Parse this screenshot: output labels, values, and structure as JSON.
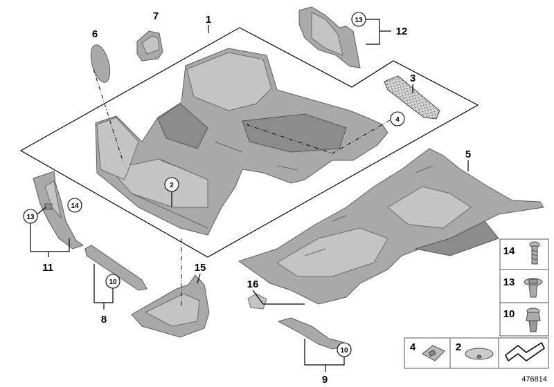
{
  "callouts": {
    "c1": "1",
    "c2": "2",
    "c3": "3",
    "c4": "4",
    "c5": "5",
    "c6": "6",
    "c7": "7",
    "c8": "8",
    "c9": "9",
    "c10a": "10",
    "c10b": "10",
    "c11": "11",
    "c12": "12",
    "c13a": "13",
    "c13b": "13",
    "c14": "14",
    "c15": "15",
    "c16": "16"
  },
  "legend": {
    "r14": "14",
    "r13": "13",
    "r10": "10",
    "b4": "4",
    "b2": "2"
  },
  "reference_number": "476814"
}
